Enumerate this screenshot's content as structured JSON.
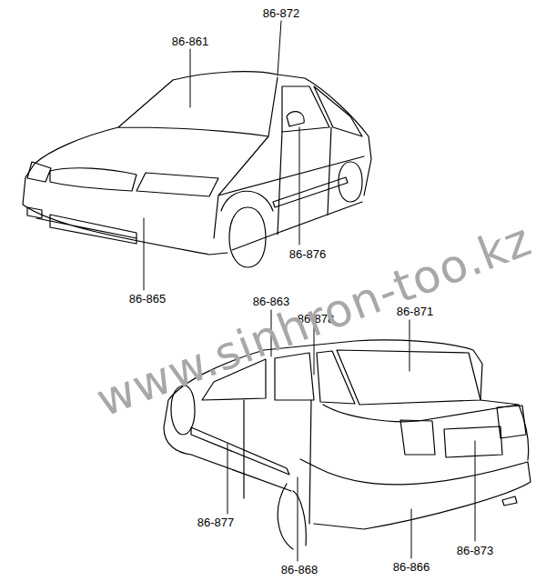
{
  "diagram": {
    "labels": [
      "86-872",
      "86-861",
      "86-876",
      "86-865",
      "86-863",
      "86-878",
      "86-871",
      "86-877",
      "86-873",
      "86-868",
      "86-866",
      "www.sinhron-too.kz"
    ]
  }
}
